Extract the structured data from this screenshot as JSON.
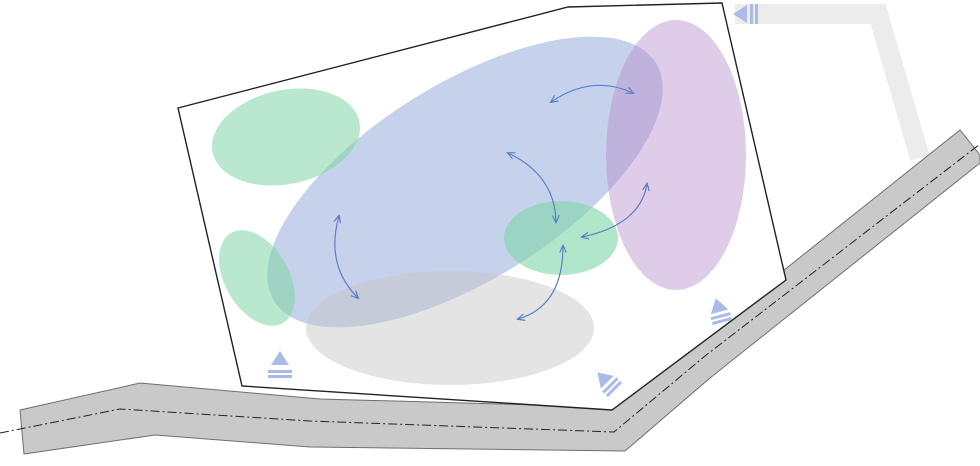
{
  "colors": {
    "background": "#ffffff",
    "road_fill": "#c9c9c9",
    "road_stroke": "#6f6f6f",
    "road_centerline": "#222222",
    "secondary_road": "#ececec",
    "site_outline": "#222222",
    "zone_blue": "#8ea6da",
    "zone_green": "#7fd6a6",
    "zone_purple": "#b58fcf",
    "zone_grey": "#c4c4c4",
    "arrow": "#5b7fc7",
    "entrance_marker": "#a9bbe6"
  },
  "icons": {
    "entrance": "triangle-with-bars-icon",
    "relation": "curved-double-arrow-icon"
  },
  "zones": [
    {
      "id": "blue-main",
      "color": "zone_blue"
    },
    {
      "id": "purple-east",
      "color": "zone_purple"
    },
    {
      "id": "green-northwest",
      "color": "zone_green"
    },
    {
      "id": "green-southwest",
      "color": "zone_green"
    },
    {
      "id": "green-center",
      "color": "zone_green"
    },
    {
      "id": "grey-south",
      "color": "zone_grey"
    }
  ],
  "relations": [
    {
      "from": "blue-main",
      "to": "purple-east"
    },
    {
      "from": "blue-main",
      "to": "green-center"
    },
    {
      "from": "purple-east",
      "to": "green-center"
    },
    {
      "from": "blue-main",
      "to": "grey-south"
    },
    {
      "from": "green-center",
      "to": "grey-south"
    }
  ],
  "entrances": [
    "north-east",
    "east",
    "south-east",
    "south-west"
  ]
}
